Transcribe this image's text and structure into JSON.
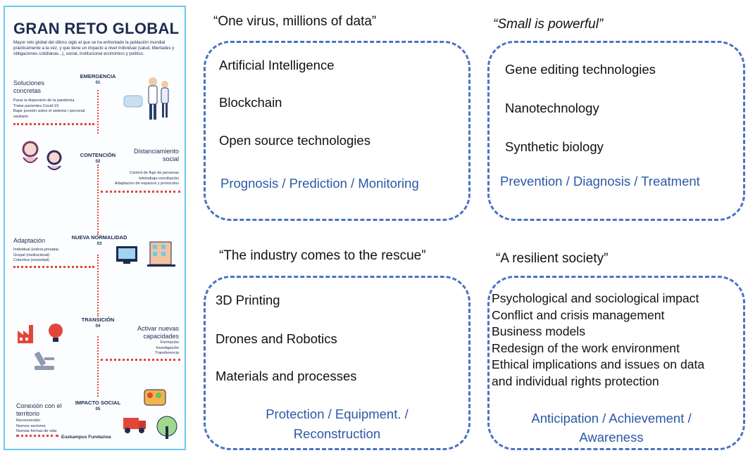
{
  "infographic": {
    "title": "GRAN RETO GLOBAL",
    "intro": "Mayor reto global del último siglo al que se ha enfrentado la población mundial prácticamente a la vez, y que tiene un impacto a nivel individual (salud, libertades y obligaciones cotidianas...), social, institucional económico y político.",
    "phases": [
      {
        "name": "EMERGENCIA",
        "number": "01",
        "label": "Soluciones concretas",
        "details": [
          "Parar la dispersión de la pandemia",
          "Tratar pacientes Covid-19",
          "Bajar presión sobre el sistema / personal sanitario"
        ]
      },
      {
        "name": "CONTENCIÓN",
        "number": "02",
        "label": "Distanciamiento social",
        "details": [
          "Control de flujo de personas",
          "teletrabajo-conciliación",
          "Adaptacion de espacios y protocolos"
        ]
      },
      {
        "name": "NUEVA NORMALIDAD",
        "number": "03",
        "label": "Adaptación",
        "details": [
          "Individual (esfera privada)",
          "Grupal (institucional)",
          "Colectiva (sociedad)"
        ]
      },
      {
        "name": "TRANSICIÓN",
        "number": "04",
        "label": "Activar nuevas capacidades",
        "details": [
          "Formación",
          "Investigación",
          "Transferencia"
        ]
      },
      {
        "name": "IMPACTO SOCIAL",
        "number": "05",
        "label": "Conexión con el territorio",
        "details": [
          "Reconversión",
          "Nuevos sectores",
          "Nuevas formas de vida"
        ]
      }
    ],
    "footer": "Euskampus Fundazioa"
  },
  "panels": {
    "virus": {
      "heading": "“One virus, millions of data”",
      "items": [
        "Artificial Intelligence",
        "Blockchain",
        "Open source technologies"
      ],
      "outcome": "Prognosis / Prediction / Monitoring"
    },
    "small": {
      "heading": "“Small is powerful”",
      "items": [
        "Gene editing technologies",
        "Nanotechnology",
        "Synthetic biology"
      ],
      "outcome": "Prevention / Diagnosis / Treatment"
    },
    "industry": {
      "heading": "“The industry comes to the rescue”",
      "items": [
        "3D Printing",
        "Drones and Robotics",
        "Materials and processes"
      ],
      "outcome_line1": "Protection / Equipment. /",
      "outcome_line2": "Reconstruction"
    },
    "society": {
      "heading": "“A resilient society”",
      "items": [
        "Psychological and sociological impact",
        "Conflict and crisis management",
        "Business models",
        "Redesign of the work environment",
        "Ethical implications and issues on data",
        "and individual rights protection"
      ],
      "outcome_line1": "Anticipation / Achievement /",
      "outcome_line2": "Awareness"
    }
  },
  "colors": {
    "accent_blue": "#2b59a6",
    "dashed_border": "#4a72c4",
    "infographic_navy": "#1e2b4f",
    "infographic_red": "#e2463a",
    "infographic_frame": "#6cc8ee"
  }
}
